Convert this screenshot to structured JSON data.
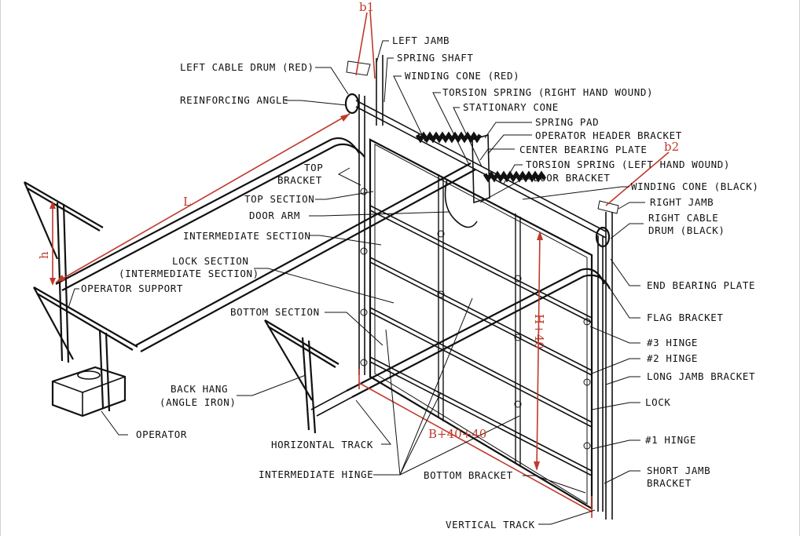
{
  "labels": {
    "left_jamb": "LEFT JAMB",
    "spring_shaft": "SPRING SHAFT",
    "left_cable_drum": "LEFT CABLE DRUM (RED)",
    "winding_cone_red": "WINDING CONE (RED)",
    "reinforcing_angle": "REINFORCING ANGLE",
    "torsion_spring_right": "TORSION SPRING (RIGHT HAND WOUND)",
    "stationary_cone": "STATIONARY CONE",
    "spring_pad": "SPRING PAD",
    "operator_header_bracket": "OPERATOR HEADER BRACKET",
    "center_bearing_plate": "CENTER BEARING PLATE",
    "top_bracket_1": "TOP",
    "top_bracket_2": "BRACKET",
    "torsion_spring_left": "TORSION SPRING (LEFT HAND WOUND)",
    "door_bracket": "DOOR BRACKET",
    "top_section": "TOP SECTION",
    "winding_cone_black": "WINDING CONE (BLACK)",
    "door_arm": "DOOR ARM",
    "right_jamb": "RIGHT JAMB",
    "right_cable_drum_1": "RIGHT CABLE",
    "right_cable_drum_2": "DRUM (BLACK)",
    "intermediate_section": "INTERMEDIATE SECTION",
    "lock_section_1": "LOCK SECTION",
    "lock_section_2": "(INTERMEDIATE SECTION)",
    "end_bearing_plate": "END BEARING PLATE",
    "operator_support": "OPERATOR SUPPORT",
    "bottom_section": "BOTTOM SECTION",
    "flag_bracket": "FLAG BRACKET",
    "hinge_3": "#3 HINGE",
    "hinge_2": "#2 HINGE",
    "back_hang_1": "BACK HANG",
    "back_hang_2": "(ANGLE IRON)",
    "long_jamb_bracket": "LONG JAMB BRACKET",
    "lock": "LOCK",
    "operator": "OPERATOR",
    "hinge_1": "#1 HINGE",
    "horizontal_track": "HORIZONTAL TRACK",
    "short_jamb_bracket_1": "SHORT JAMB",
    "short_jamb_bracket_2": "BRACKET",
    "intermediate_hinge": "INTERMEDIATE HINGE",
    "bottom_bracket": "BOTTOM BRACKET",
    "vertical_track": "VERTICAL TRACK"
  },
  "dimensions": {
    "b1": "b1",
    "b2": "b2",
    "L": "L",
    "h": "h",
    "height": "H+40",
    "width": "B+40+40"
  },
  "colors": {
    "dimension": "#c0392b",
    "line": "#111111"
  }
}
